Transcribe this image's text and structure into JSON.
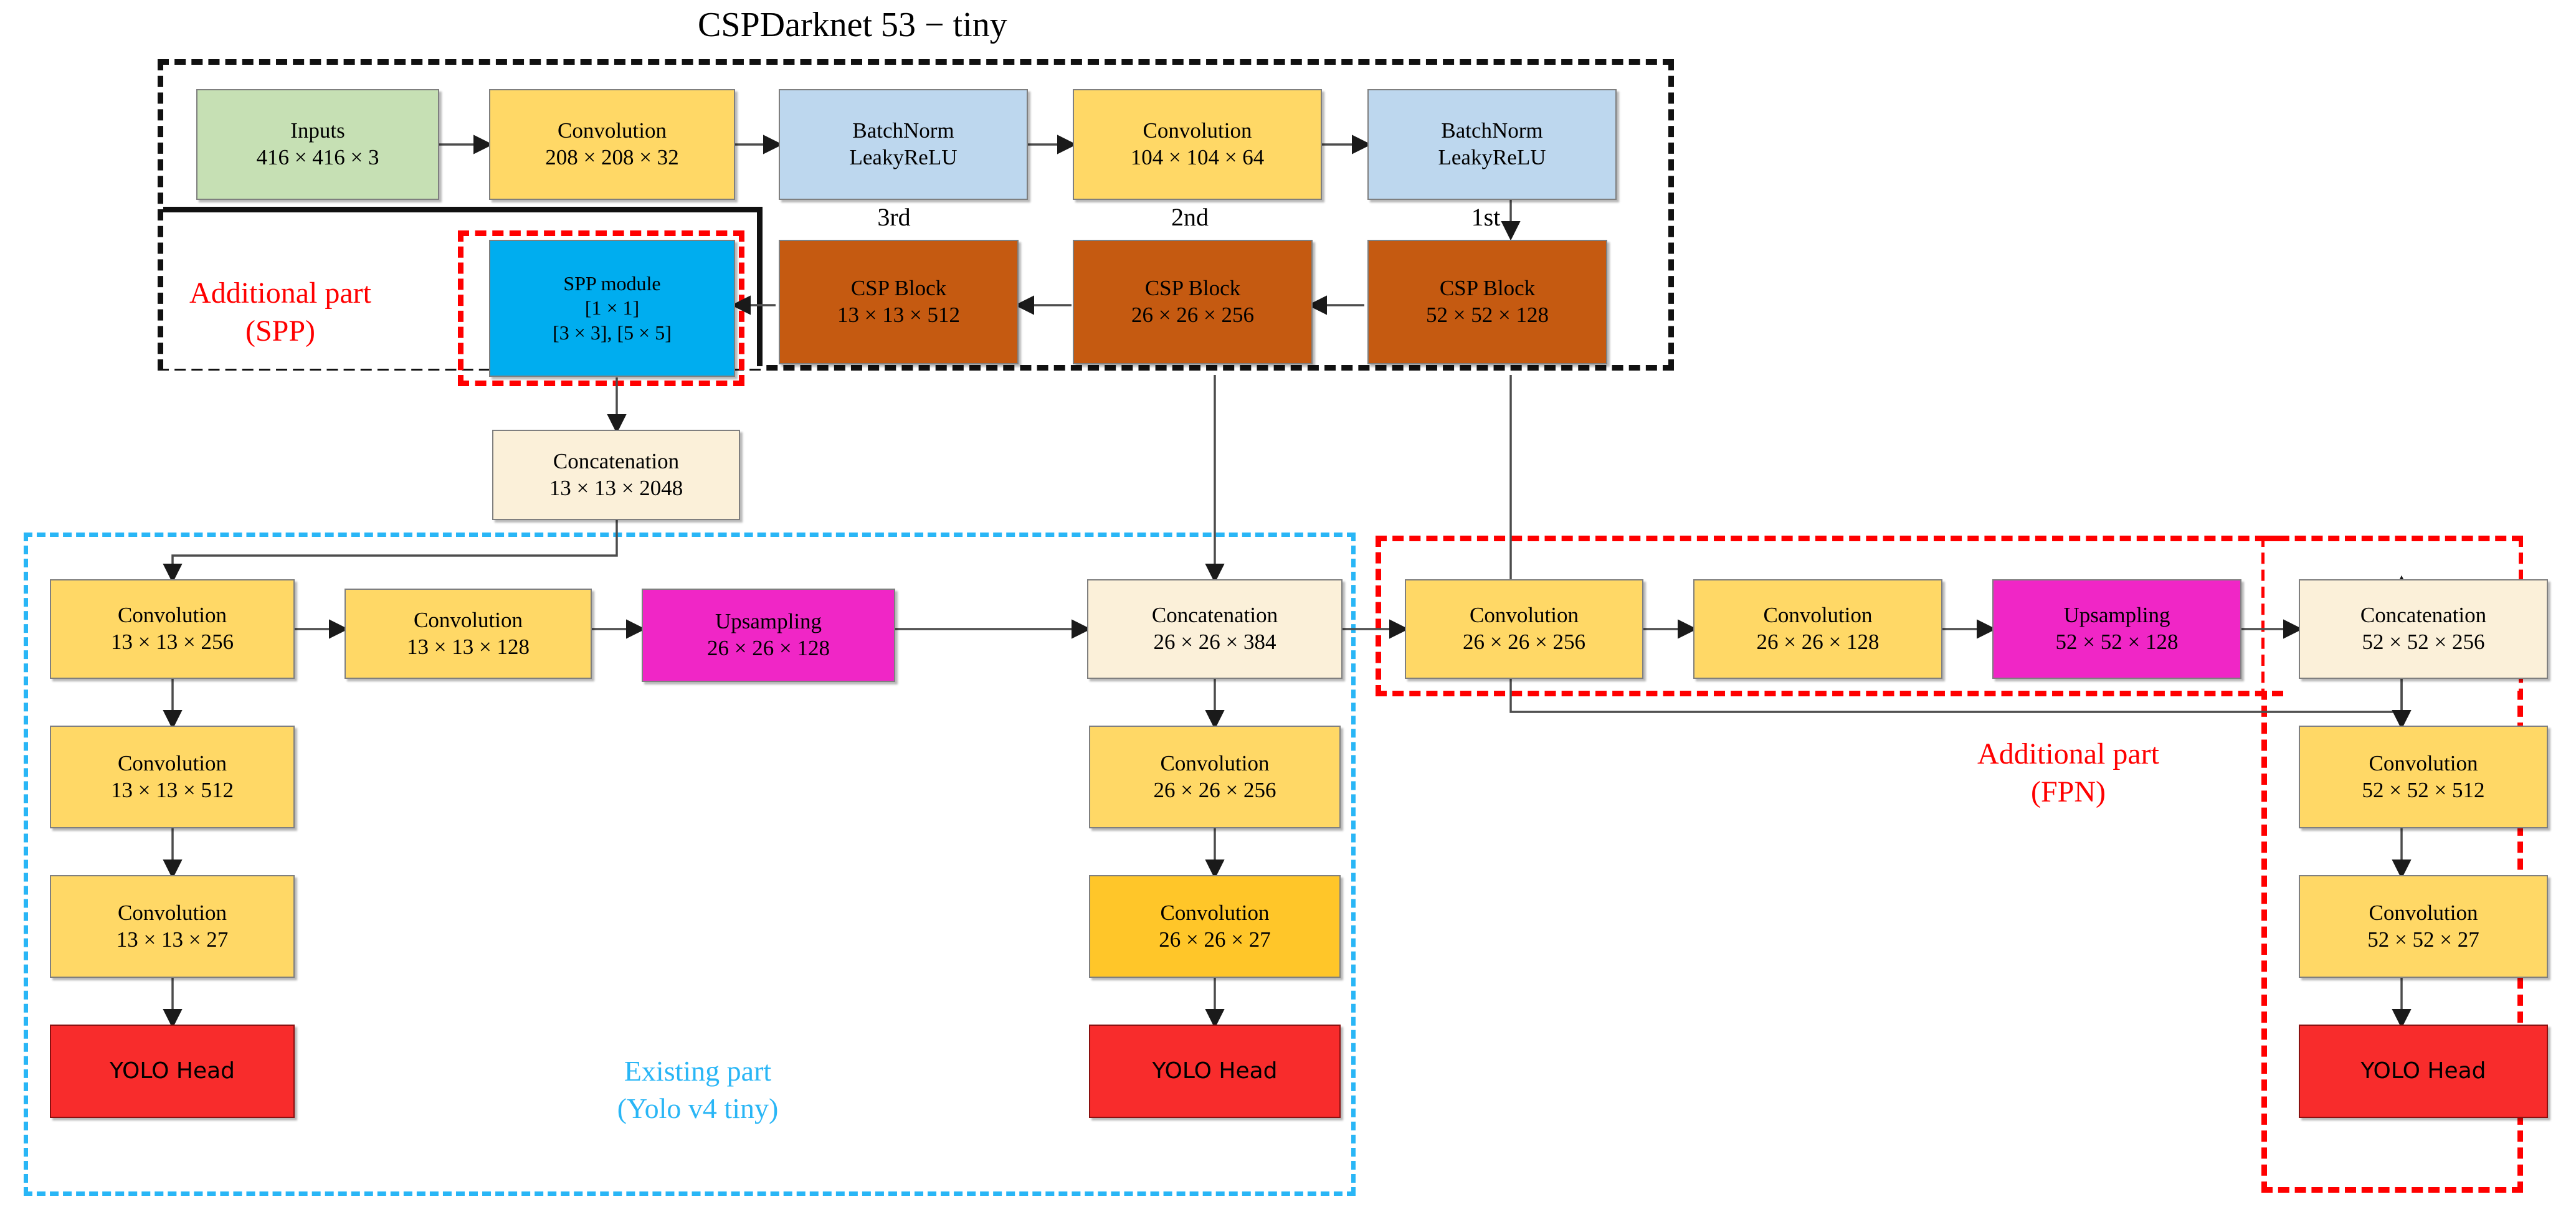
{
  "title": "CSPDarknet 53  − tiny",
  "regions": {
    "backbone_label": "CSPDarknet 53  − tiny",
    "spp_label": "Additional part\n(SPP)",
    "fpn_label": "Additional part\n(FPN)",
    "existing_label": "Existing part\n(Yolo v4 tiny)"
  },
  "ordinals": {
    "first": "1st",
    "second": "2nd",
    "third": "3rd"
  },
  "colors": {
    "input_green": "#c6e0b4",
    "conv_yellow": "#ffd866",
    "conv_yellow_deep": "#ffc629",
    "batchnorm_blue": "#bdd7ee",
    "csp_orange": "#c55a11",
    "spp_blue": "#00adef",
    "concat_cream": "#fbf0d9",
    "upsample_magenta": "#f026c6",
    "yolo_head_red": "#f82c2c",
    "frame_black": "#111111",
    "frame_red": "#ff0000",
    "frame_cyan": "#29b6f6"
  },
  "nodes": {
    "inputs": {
      "name": "Inputs",
      "shape": "416 × 416 × 3"
    },
    "conv1": {
      "name": "Convolution",
      "shape": "208 × 208 × 32"
    },
    "bn1": {
      "name": "BatchNorm",
      "shape": "LeakyReLU"
    },
    "conv2": {
      "name": "Convolution",
      "shape": "104 × 104 × 64"
    },
    "bn2": {
      "name": "BatchNorm",
      "shape": "LeakyReLU"
    },
    "csp1": {
      "name": "CSP Block",
      "shape": "52 × 52 × 128"
    },
    "csp2": {
      "name": "CSP Block",
      "shape": "26 × 26 × 256"
    },
    "csp3": {
      "name": "CSP Block",
      "shape": "13 × 13 × 512"
    },
    "spp": {
      "name": "SPP module",
      "shape": "[1 × 1]",
      "shape2": "[3 × 3], [5 × 5]"
    },
    "concat_spp": {
      "name": "Concatenation",
      "shape": "13 × 13 × 2048"
    },
    "conv_13_256": {
      "name": "Convolution",
      "shape": "13 × 13 × 256"
    },
    "conv_13_128": {
      "name": "Convolution",
      "shape": "13 × 13 × 128"
    },
    "up_26_128": {
      "name": "Upsampling",
      "shape": "26 × 26 × 128"
    },
    "conv_13_512": {
      "name": "Convolution",
      "shape": "13 × 13 × 512"
    },
    "conv_13_27": {
      "name": "Convolution",
      "shape": "13 × 13 × 27"
    },
    "head_13": {
      "name": "YOLO Head",
      "shape": ""
    },
    "concat_26_384": {
      "name": "Concatenation",
      "shape": "26 × 26 × 384"
    },
    "conv_26_256b": {
      "name": "Convolution",
      "shape": "26 × 26 × 256"
    },
    "conv_26_27": {
      "name": "Convolution",
      "shape": "26 × 26 × 27"
    },
    "head_26": {
      "name": "YOLO Head",
      "shape": ""
    },
    "conv_26_256": {
      "name": "Convolution",
      "shape": "26 × 26 × 256"
    },
    "conv_26_128": {
      "name": "Convolution",
      "shape": "26 × 26 × 128"
    },
    "up_52_128": {
      "name": "Upsampling",
      "shape": "52 × 52 × 128"
    },
    "concat_52_256": {
      "name": "Concatenation",
      "shape": "52 × 52 × 256"
    },
    "conv_52_512": {
      "name": "Convolution",
      "shape": "52 × 52 × 512"
    },
    "conv_52_27": {
      "name": "Convolution",
      "shape": "52 × 52 × 27"
    },
    "head_52": {
      "name": "YOLO Head",
      "shape": ""
    }
  }
}
